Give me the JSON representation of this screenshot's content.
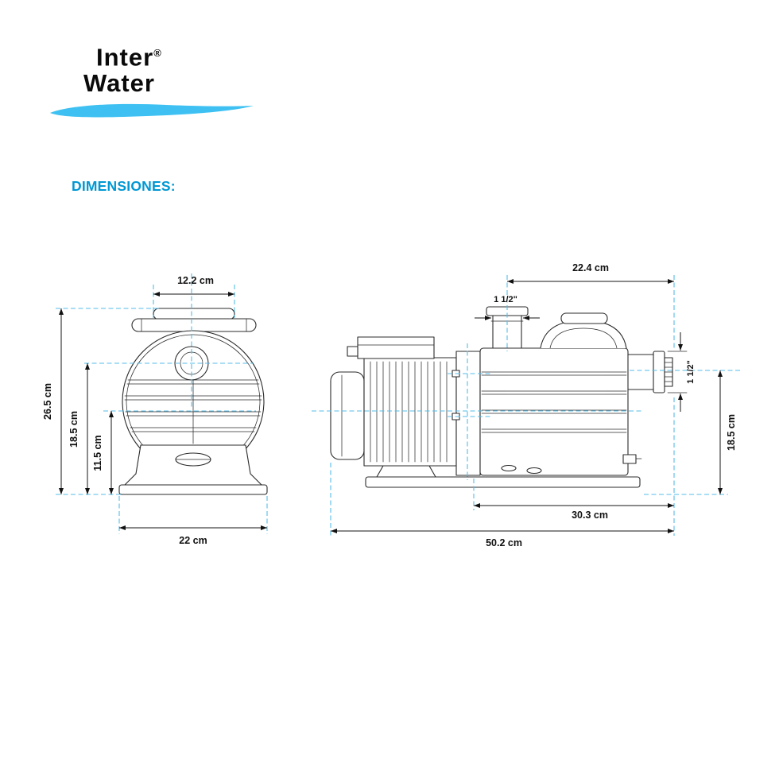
{
  "logo": {
    "line1": "Inter",
    "registered": "®",
    "line2": "Water"
  },
  "heading": "DIMENSIONES:",
  "colors": {
    "accent": "#0098d4",
    "dash": "#55bce8",
    "swoosh": "#3ec1f2",
    "ink": "#111111"
  },
  "front_view": {
    "dims": {
      "top_width": "12.2 cm",
      "total_height": "26.5 cm",
      "center_height": "18.5 cm",
      "axis_height": "11.5 cm",
      "base_width": "22 cm"
    }
  },
  "side_view": {
    "dims": {
      "top_length": "22.4 cm",
      "inlet_port": "1 1/2\"",
      "outlet_port": "1 1/2\"",
      "right_height": "18.5 cm",
      "body_length": "30.3 cm",
      "total_length": "50.2 cm"
    }
  }
}
